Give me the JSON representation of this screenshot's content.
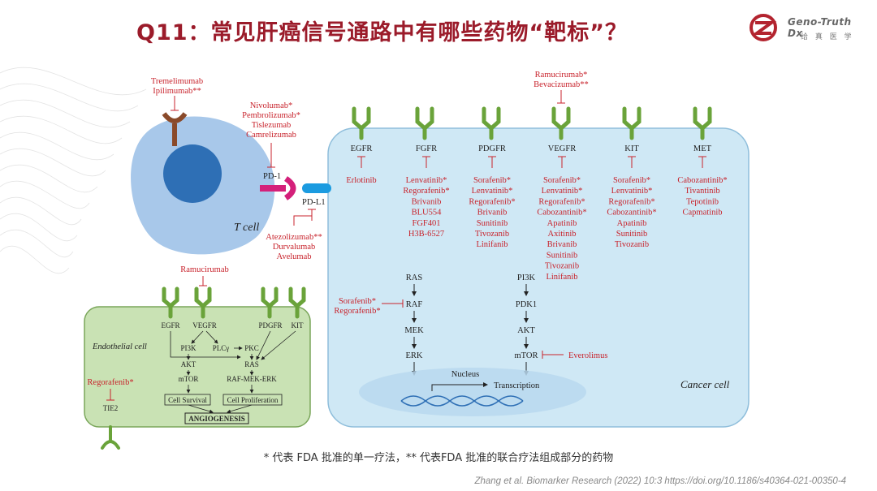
{
  "title": "Q11：常见肝癌信号通路中有哪些药物“靶标”？",
  "logo": {
    "name": "Geno-Truth Dx",
    "cn": "给 真 医 学"
  },
  "tcell": {
    "label": "T cell",
    "ctla4_drugs": [
      "Tremelimumab",
      "Ipilimumab**"
    ],
    "pd1_label": "PD-1",
    "pd1_drugs": [
      "Nivolumab*",
      "Pembrolizumab*",
      "Tislezumab",
      "Camrelizumab"
    ],
    "pdl1_label": "PD-L1",
    "pdl1_drugs": [
      "Atezolizumab**",
      "Durvalumab",
      "Avelumab"
    ]
  },
  "cancer": {
    "label": "Cancer cell",
    "vegfr_top_drugs": [
      "Ramucirumab*",
      "Bevacizumab**"
    ],
    "receptors": [
      {
        "name": "EGFR",
        "drugs": [
          "Erlotinib"
        ]
      },
      {
        "name": "FGFR",
        "drugs": [
          "Lenvatinib*",
          "Regorafenib*",
          "Brivanib",
          "BLU554",
          "FGF401",
          "H3B-6527"
        ]
      },
      {
        "name": "PDGFR",
        "drugs": [
          "Sorafenib*",
          "Lenvatinib*",
          "Regorafenib*",
          "Brivanib",
          "Sunitinib",
          "Tivozanib",
          "Linifanib"
        ]
      },
      {
        "name": "VEGFR",
        "drugs": [
          "Sorafenib*",
          "Lenvatinib*",
          "Regorafenib*",
          "Cabozantinib*",
          "Apatinib",
          "Axitinib",
          "Brivanib",
          "Sunitinib",
          "Tivozanib",
          "Linifanib"
        ]
      },
      {
        "name": "KIT",
        "drugs": [
          "Sorafenib*",
          "Lenvatinib*",
          "Regorafenib*",
          "Cabozantinib*",
          "Apatinib",
          "Sunitinib",
          "Tivozanib"
        ]
      },
      {
        "name": "MET",
        "drugs": [
          "Cabozantinib*",
          "Tivantinib",
          "Tepotinib",
          "Capmatinib"
        ]
      }
    ],
    "ras_path": [
      "RAS",
      "RAF",
      "MEK",
      "ERK"
    ],
    "raf_drugs": [
      "Sorafenib*",
      "Regorafenib*"
    ],
    "pi3k_path": [
      "PI3K",
      "PDK1",
      "AKT",
      "mTOR"
    ],
    "mtor_drug": "Everolimus",
    "nucleus": "Nucleus",
    "transcription": "Transcription"
  },
  "endothelial": {
    "label": "Endothelial cell",
    "top_drug": "Ramucirumab",
    "receptors": [
      "EGFR",
      "VEGFR",
      "PDGFR",
      "KIT"
    ],
    "nodes": {
      "pi3k": "PI3K",
      "plcg": "PLCγ",
      "pkc": "PKC",
      "akt": "AKT",
      "ras": "RAS",
      "mtor": "mTOR",
      "rafmekerk": "RAF-MEK-ERK"
    },
    "survival": "Cell Survival",
    "proliferation": "Cell Proliferation",
    "angiogenesis": "ANGIOGENESIS",
    "tie2_drug": "Regorafenib*",
    "tie2": "TIE2"
  },
  "footnote": "* 代表 FDA 批准的单一疗法，** 代表FDA 批准的联合疗法组成部分的药物",
  "citation": "Zhang et al. Biomarker Research (2022) 10:3 https://doi.org/10.1186/s40364-021-00350-4",
  "colors": {
    "title": "#9b1b2a",
    "drug": "#c8232c",
    "receptor": "#6aa33a",
    "tcell": "#a8c8ea",
    "nucleus": "#2e6fb5",
    "cancer": "#cfe8f5",
    "endo": "#c9e2b4"
  }
}
